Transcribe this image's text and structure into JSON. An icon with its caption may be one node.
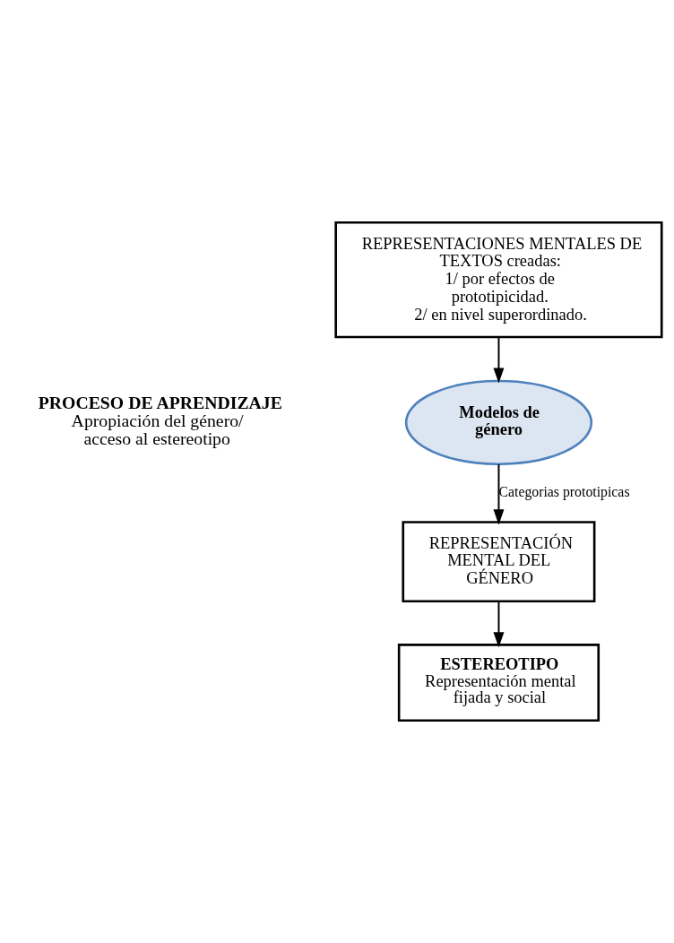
{
  "diagram": {
    "nodes": [
      {
        "text": [
          "REPRESENTACIONES MENTALES DE TEXTOS creadas:",
          "1/ por efectos de prototipicidad.",
          "2/ en nivel superordinado."
        ]
      },
      {
        "text": [
          "Modelos de género"
        ]
      },
      {
        "text": [
          "REPRESENTACIÓN MENTAL DEL GÉNERO"
        ]
      },
      {
        "text": [
          "ESTEREOTIPO",
          "Representación mental fijada y social"
        ]
      }
    ],
    "edges": [
      {
        "from": 0,
        "to": 1,
        "arrow": "to"
      },
      {
        "from": 1,
        "to": 2,
        "arrow": "to",
        "label": "Categorias prototipicas"
      },
      {
        "from": 2,
        "to": 3,
        "arrow": "to"
      }
    ],
    "labels": [
      "PROCESO DE APRENDIZAJE",
      "Apropiación del género/ acceso al estereotipo"
    ]
  }
}
